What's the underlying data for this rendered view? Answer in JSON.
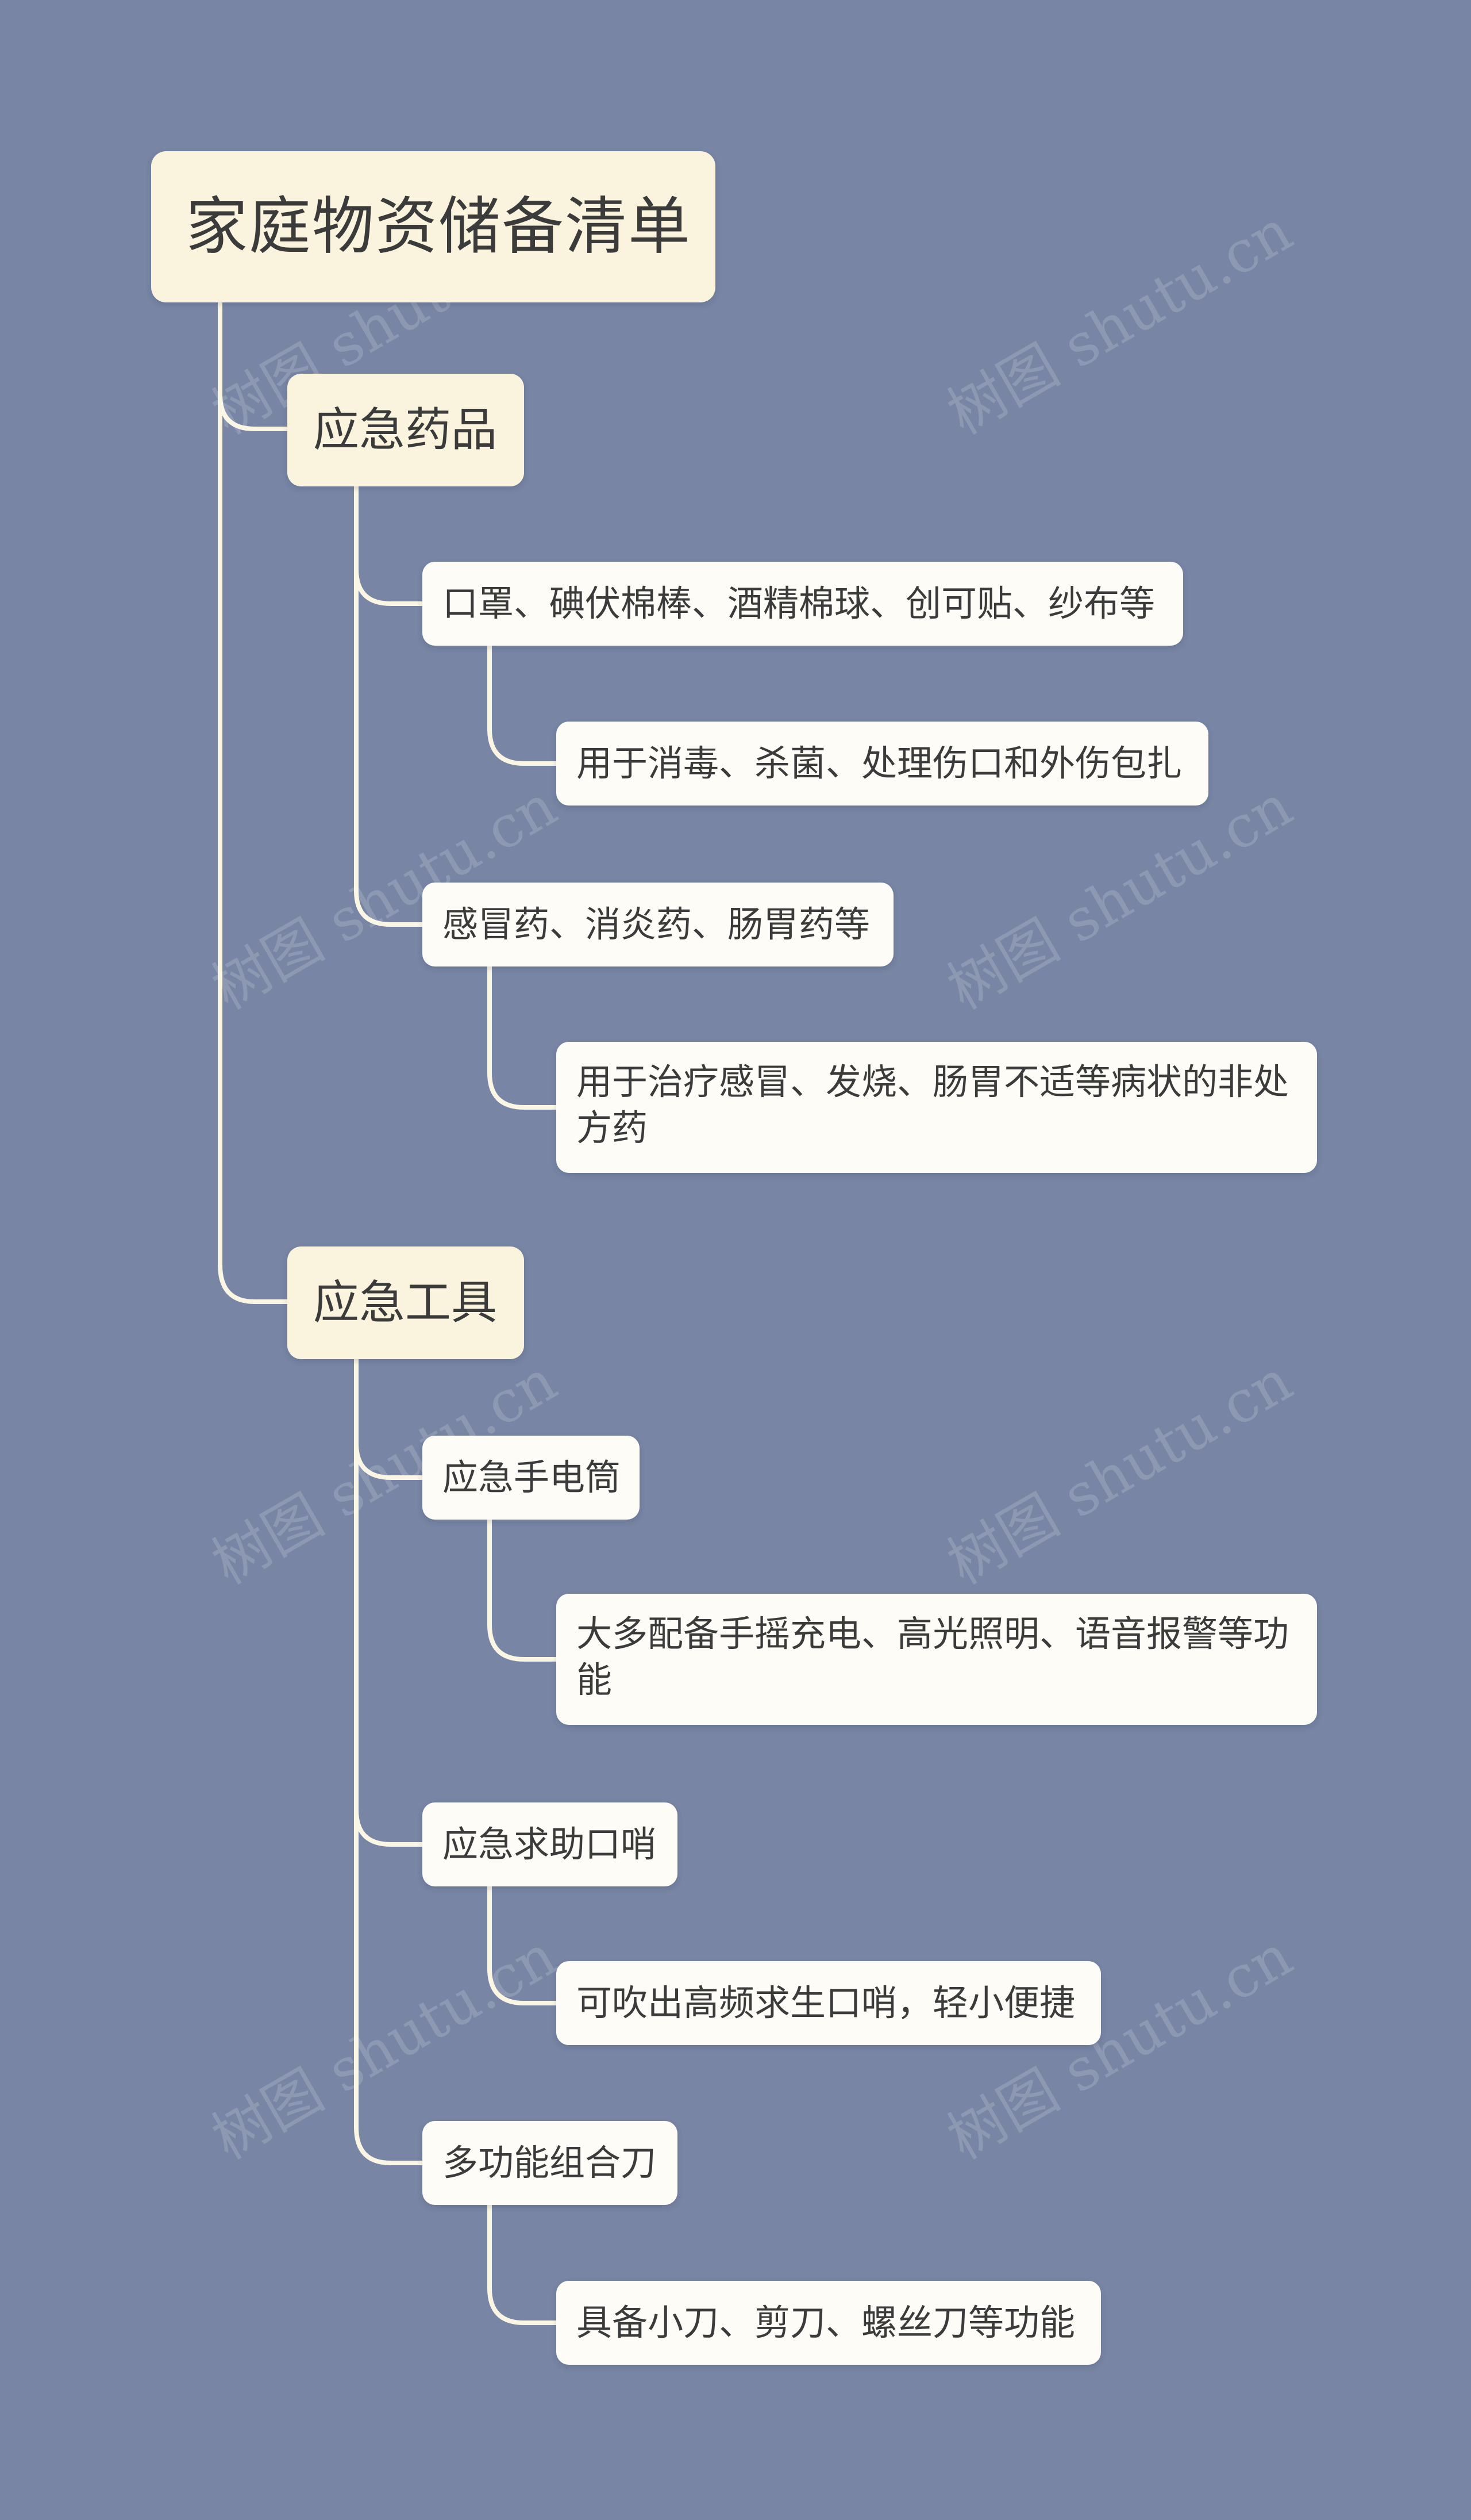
{
  "mindmap": {
    "root": "家庭物资储备清单",
    "categories": [
      {
        "label": "应急药品",
        "items": [
          {
            "label": "口罩、碘伏棉棒、酒精棉球、创可贴、纱布等",
            "detail": "用于消毒、杀菌、处理伤口和外伤包扎"
          },
          {
            "label": "感冒药、消炎药、肠胃药等",
            "detail": "用于治疗感冒、发烧、肠胃不适等病状的非处方药"
          }
        ]
      },
      {
        "label": "应急工具",
        "items": [
          {
            "label": "应急手电筒",
            "detail": "大多配备手摇充电、高光照明、语音报警等功能"
          },
          {
            "label": "应急求助口哨",
            "detail": "可吹出高频求生口哨，轻小便捷"
          },
          {
            "label": "多功能组合刀",
            "detail": "具备小刀、剪刀、螺丝刀等功能"
          }
        ]
      }
    ]
  },
  "watermark": "树图 shutu.cn",
  "colors": {
    "background": "#7885a4",
    "root_fill": "#faf4de",
    "category_fill": "#faf4de",
    "leaf_fill": "#fdfcf7",
    "connector": "#fbf6e4",
    "text": "#3b3b3b"
  }
}
